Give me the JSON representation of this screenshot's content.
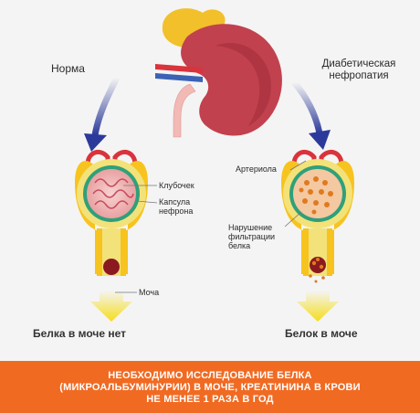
{
  "labels": {
    "normal": "Норма",
    "diabetic_line1": "Диабетическая",
    "diabetic_line2": "нефропатия",
    "arteriole": "Артериола",
    "glomerulus": "Клубочек",
    "capsule_line1": "Капсула",
    "capsule_line2": "нефрона",
    "filtration_line1": "Нарушение",
    "filtration_line2": "фильтрации",
    "filtration_line3": "белка",
    "urine": "Моча",
    "result_normal": "Белка в моче нет",
    "result_diabetic": "Белок в моче"
  },
  "banner": {
    "line1": "НЕОБХОДИМО ИССЛЕДОВАНИЕ БЕЛКА",
    "line2": "(МИКРОАЛЬБУМИНУРИИ) В МОЧЕ, КРЕАТИНИНА В КРОВИ",
    "line3": "НЕ МЕНЕЕ 1 РАЗА В ГОД"
  },
  "colors": {
    "kidney": "#c2414e",
    "kidney_inner": "#a12d3b",
    "adrenal": "#f2c02a",
    "capsule": "#f7c31e",
    "capsule_inner": "#f3e27a",
    "glomerulus_ring": "#2fa07a",
    "arrow": "#2b3a9a",
    "banner": "#f16a22"
  }
}
